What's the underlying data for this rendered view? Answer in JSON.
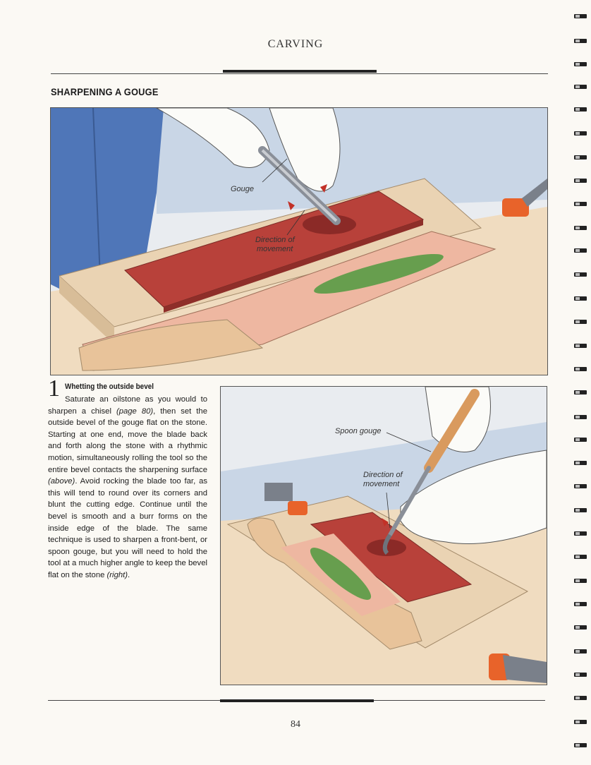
{
  "header": {
    "running_title": "CARVING"
  },
  "section": {
    "title": "SHARPENING A GOUGE"
  },
  "figure_top": {
    "labels": {
      "gouge": "Gouge",
      "direction_line1": "Direction of",
      "direction_line2": "movement"
    }
  },
  "figure_bottom": {
    "labels": {
      "spoon_gouge": "Spoon gouge",
      "direction_line1": "Direction of",
      "direction_line2": "movement"
    }
  },
  "step": {
    "number": "1",
    "heading": "Whetting the outside bevel",
    "body_part1": "Saturate an oilstone as you would to sharpen a chisel ",
    "body_ref1": "(page 80)",
    "body_part2": ", then set the outside bevel of the gouge flat on the stone. Starting at one end, move the blade back and forth along the stone with a rhythmic motion, simultaneously rolling the tool so the entire bevel contacts the sharpening surface ",
    "body_ref2": "(above)",
    "body_part3": ". Avoid rocking the blade too far, as this will tend to round over its corners and blunt the cutting edge. Continue until the bevel is smooth and a burr forms on the inside edge of the blade. The same technique is used to sharpen a front-bent, or spoon gouge, but you will need to hold the tool at a much higher angle to keep the bevel flat on the stone ",
    "body_ref3": "(right)",
    "body_part4": "."
  },
  "footer": {
    "page_number": "84"
  },
  "colors": {
    "oilstone": "#b8413a",
    "strop": "#eeb7a1",
    "wood": "#f0dcc0",
    "clamp": "#e8632a",
    "jeans": "#4f76b8"
  }
}
